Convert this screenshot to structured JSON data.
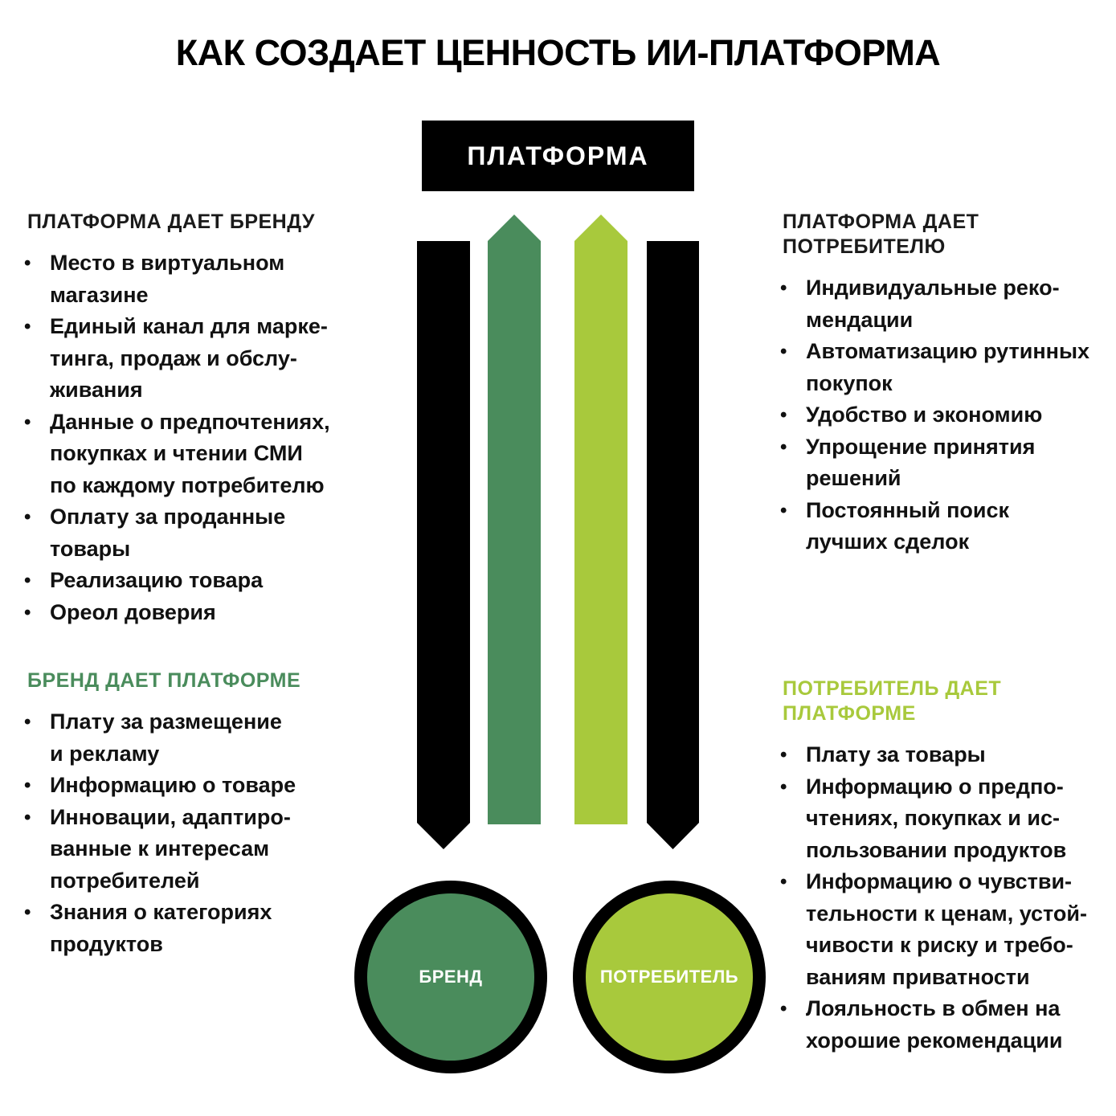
{
  "title": "КАК СОЗДАЕТ ЦЕННОСТЬ ИИ-ПЛАТФОРМА",
  "platform_label": "ПЛАТФОРМА",
  "colors": {
    "black": "#000000",
    "brand_green": "#4a8c5c",
    "consumer_lime": "#a8c93c"
  },
  "platform_to_brand": {
    "heading": "ПЛАТФОРМА ДАЕТ БРЕНДУ",
    "items": [
      "Место в виртуальном\nмагазине",
      "Единый канал для марке-\nтинга, продаж и обслу-\nживания",
      "Данные о предпочтениях,\nпокупках и чтении СМИ\nпо каждому потребителю",
      "Оплату за проданные\nтовары",
      "Реализацию товара",
      "Ореол доверия"
    ]
  },
  "brand_to_platform": {
    "heading": "БРЕНД ДАЕТ ПЛАТФОРМЕ",
    "items": [
      "Плату за размещение\nи рекламу",
      "Информацию о товаре",
      "Инновации, адаптиро-\nванные к интересам\nпотребителей",
      "Знания о категориях\nпродуктов"
    ]
  },
  "platform_to_consumer": {
    "heading": "ПЛАТФОРМА ДАЕТ\nПОТРЕБИТЕЛЮ",
    "items": [
      "Индивидуальные реко-\nмендации",
      "Автоматизацию рутинных\nпокупок",
      "Удобство и экономию",
      "Упрощение принятия\nрешений",
      "Постоянный поиск\nлучших сделок"
    ]
  },
  "consumer_to_platform": {
    "heading": "ПОТРЕБИТЕЛЬ ДАЕТ\nПЛАТФОРМЕ",
    "items": [
      "Плату за товары",
      "Информацию о предпо-\nчтениях, покупках и ис-\nпользовании продуктов",
      "Информацию о чувстви-\nтельности к ценам, устой-\nчивости к риску и требо-\nваниям приватности",
      "Лояльность в обмен на\nхорошие рекомендации"
    ]
  },
  "circles": {
    "brand": "БРЕНД",
    "consumer": "ПОТРЕБИТЕЛЬ"
  }
}
